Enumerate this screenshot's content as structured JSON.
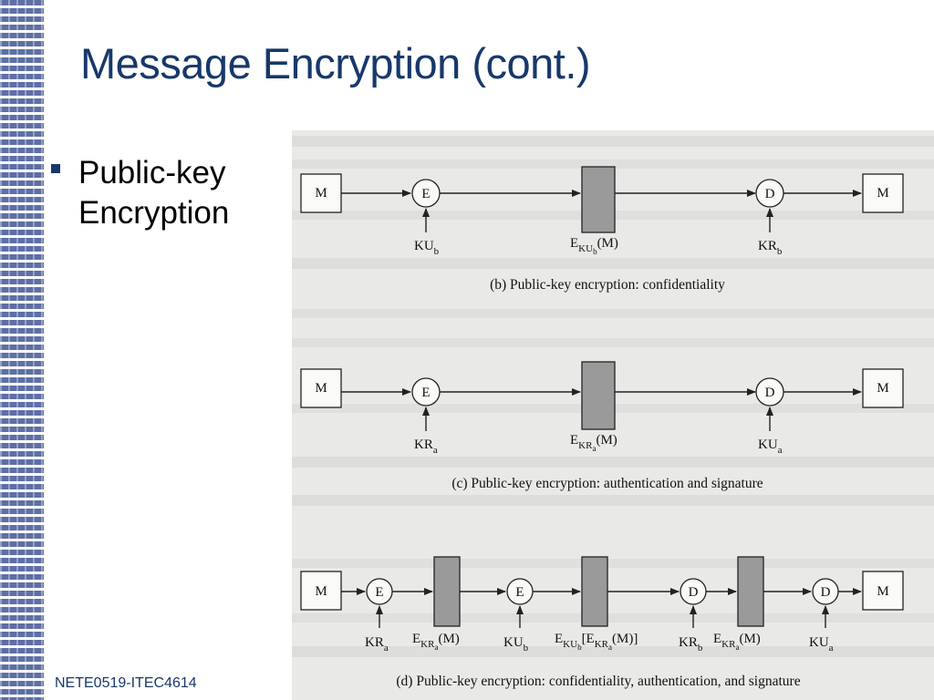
{
  "slide": {
    "title": "Message Encryption (cont.)",
    "bullet": "Public-key Encryption",
    "footer": "NETE0519-ITEC4614"
  },
  "colors": {
    "title": "#17386b",
    "stripe": "#5e6fa6",
    "cipher_block": "#9a9a9a",
    "scan_bg": "#ececeb"
  },
  "diagram": {
    "message_label": "M",
    "encrypt_label": "E",
    "decrypt_label": "D",
    "figure_b": {
      "encrypt_key": "KU",
      "encrypt_key_sub": "b",
      "cipher": "E",
      "cipher_sub": "KU",
      "cipher_sub2": "b",
      "cipher_arg": "(M)",
      "decrypt_key": "KR",
      "decrypt_key_sub": "b",
      "caption": "(b) Public-key encryption: confidentiality"
    },
    "figure_c": {
      "encrypt_key": "KR",
      "encrypt_key_sub": "a",
      "cipher": "E",
      "cipher_sub": "KR",
      "cipher_sub2": "a",
      "cipher_arg": "(M)",
      "decrypt_key": "KU",
      "decrypt_key_sub": "a",
      "caption": "(c) Public-key encryption: authentication and signature"
    },
    "figure_d": {
      "key1": "KR",
      "key1_sub": "a",
      "cipher1": "E",
      "cipher1_sub": "KR",
      "cipher1_sub2": "a",
      "cipher1_arg": "(M)",
      "key2": "KU",
      "key2_sub": "b",
      "cipher2": "E",
      "cipher2_sub": "KU",
      "cipher2_sub2": "b",
      "cipher2_mid": "[E",
      "cipher2_sub3": "KR",
      "cipher2_sub4": "a",
      "cipher2_arg": "(M)]",
      "key3": "KR",
      "key3_sub": "b",
      "cipher3": "E",
      "cipher3_sub": "KR",
      "cipher3_sub2": "a",
      "cipher3_arg": "(M)",
      "key4": "KU",
      "key4_sub": "a",
      "caption": "(d) Public-key encryption: confidentiality, authentication, and signature"
    }
  }
}
